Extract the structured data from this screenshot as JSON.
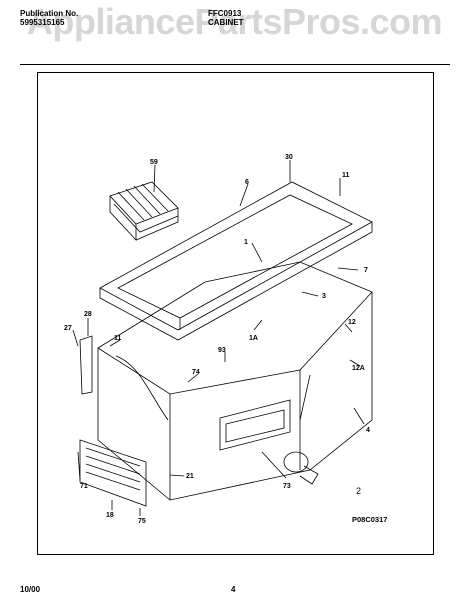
{
  "watermark": "AppliancePartsPros.com",
  "header": {
    "left_line1": "Publication No.",
    "left_line2": "5995315165",
    "model": "FFC0913",
    "section": "CABINET"
  },
  "callouts": {
    "c59": "59",
    "c30": "30",
    "c6": "6",
    "c11a": "11",
    "c1": "1",
    "c7": "7",
    "c3": "3",
    "c28": "28",
    "c27": "27",
    "c11b": "11",
    "c1a": "1A",
    "c93": "93",
    "c12": "12",
    "c12a": "12A",
    "c74": "74",
    "c4": "4",
    "c21": "21",
    "c71": "71",
    "c73": "73",
    "c2": "2",
    "c18": "18",
    "c75": "75"
  },
  "diagram_code": "P08C0317",
  "footer": {
    "date": "10/00",
    "page": "4"
  }
}
